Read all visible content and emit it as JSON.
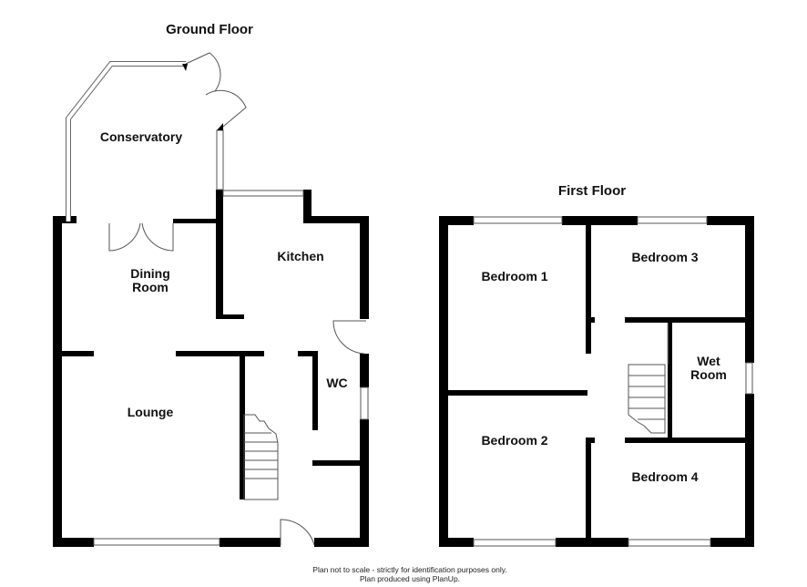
{
  "ground_floor": {
    "title": "Ground Floor",
    "rooms": [
      "Conservatory",
      "Dining Room",
      "Kitchen",
      "Lounge",
      "WC"
    ]
  },
  "first_floor": {
    "title": "First Floor",
    "rooms": [
      "Bedroom 1",
      "Bedroom 3",
      "Wet Room",
      "Bedroom 2",
      "Bedroom 4"
    ]
  },
  "footer": {
    "disclaimer": "Plan not to scale - strictly for identification purposes only.",
    "credit": "Plan produced using PlanUp."
  },
  "colors": {
    "wall": "#000000",
    "window": "#ffffff"
  }
}
